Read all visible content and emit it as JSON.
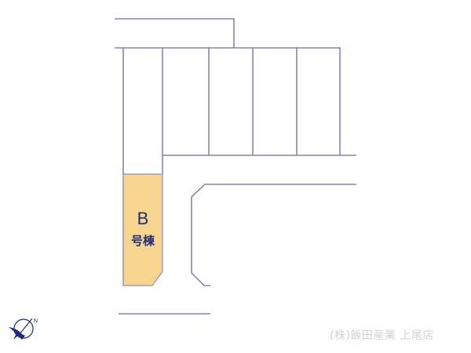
{
  "plan": {
    "line_color": "#6b6ba8",
    "lot_fill": "#f8d58e",
    "lot_stroke": "#b9a06a"
  },
  "lot": {
    "letter": "B",
    "suffix": "号棟"
  },
  "compass": {
    "icon": "north-arrow-compass-icon",
    "north_label": "N",
    "color": "#1c2a80"
  },
  "watermark": {
    "text": "(株)飯田産業 上尾店"
  }
}
